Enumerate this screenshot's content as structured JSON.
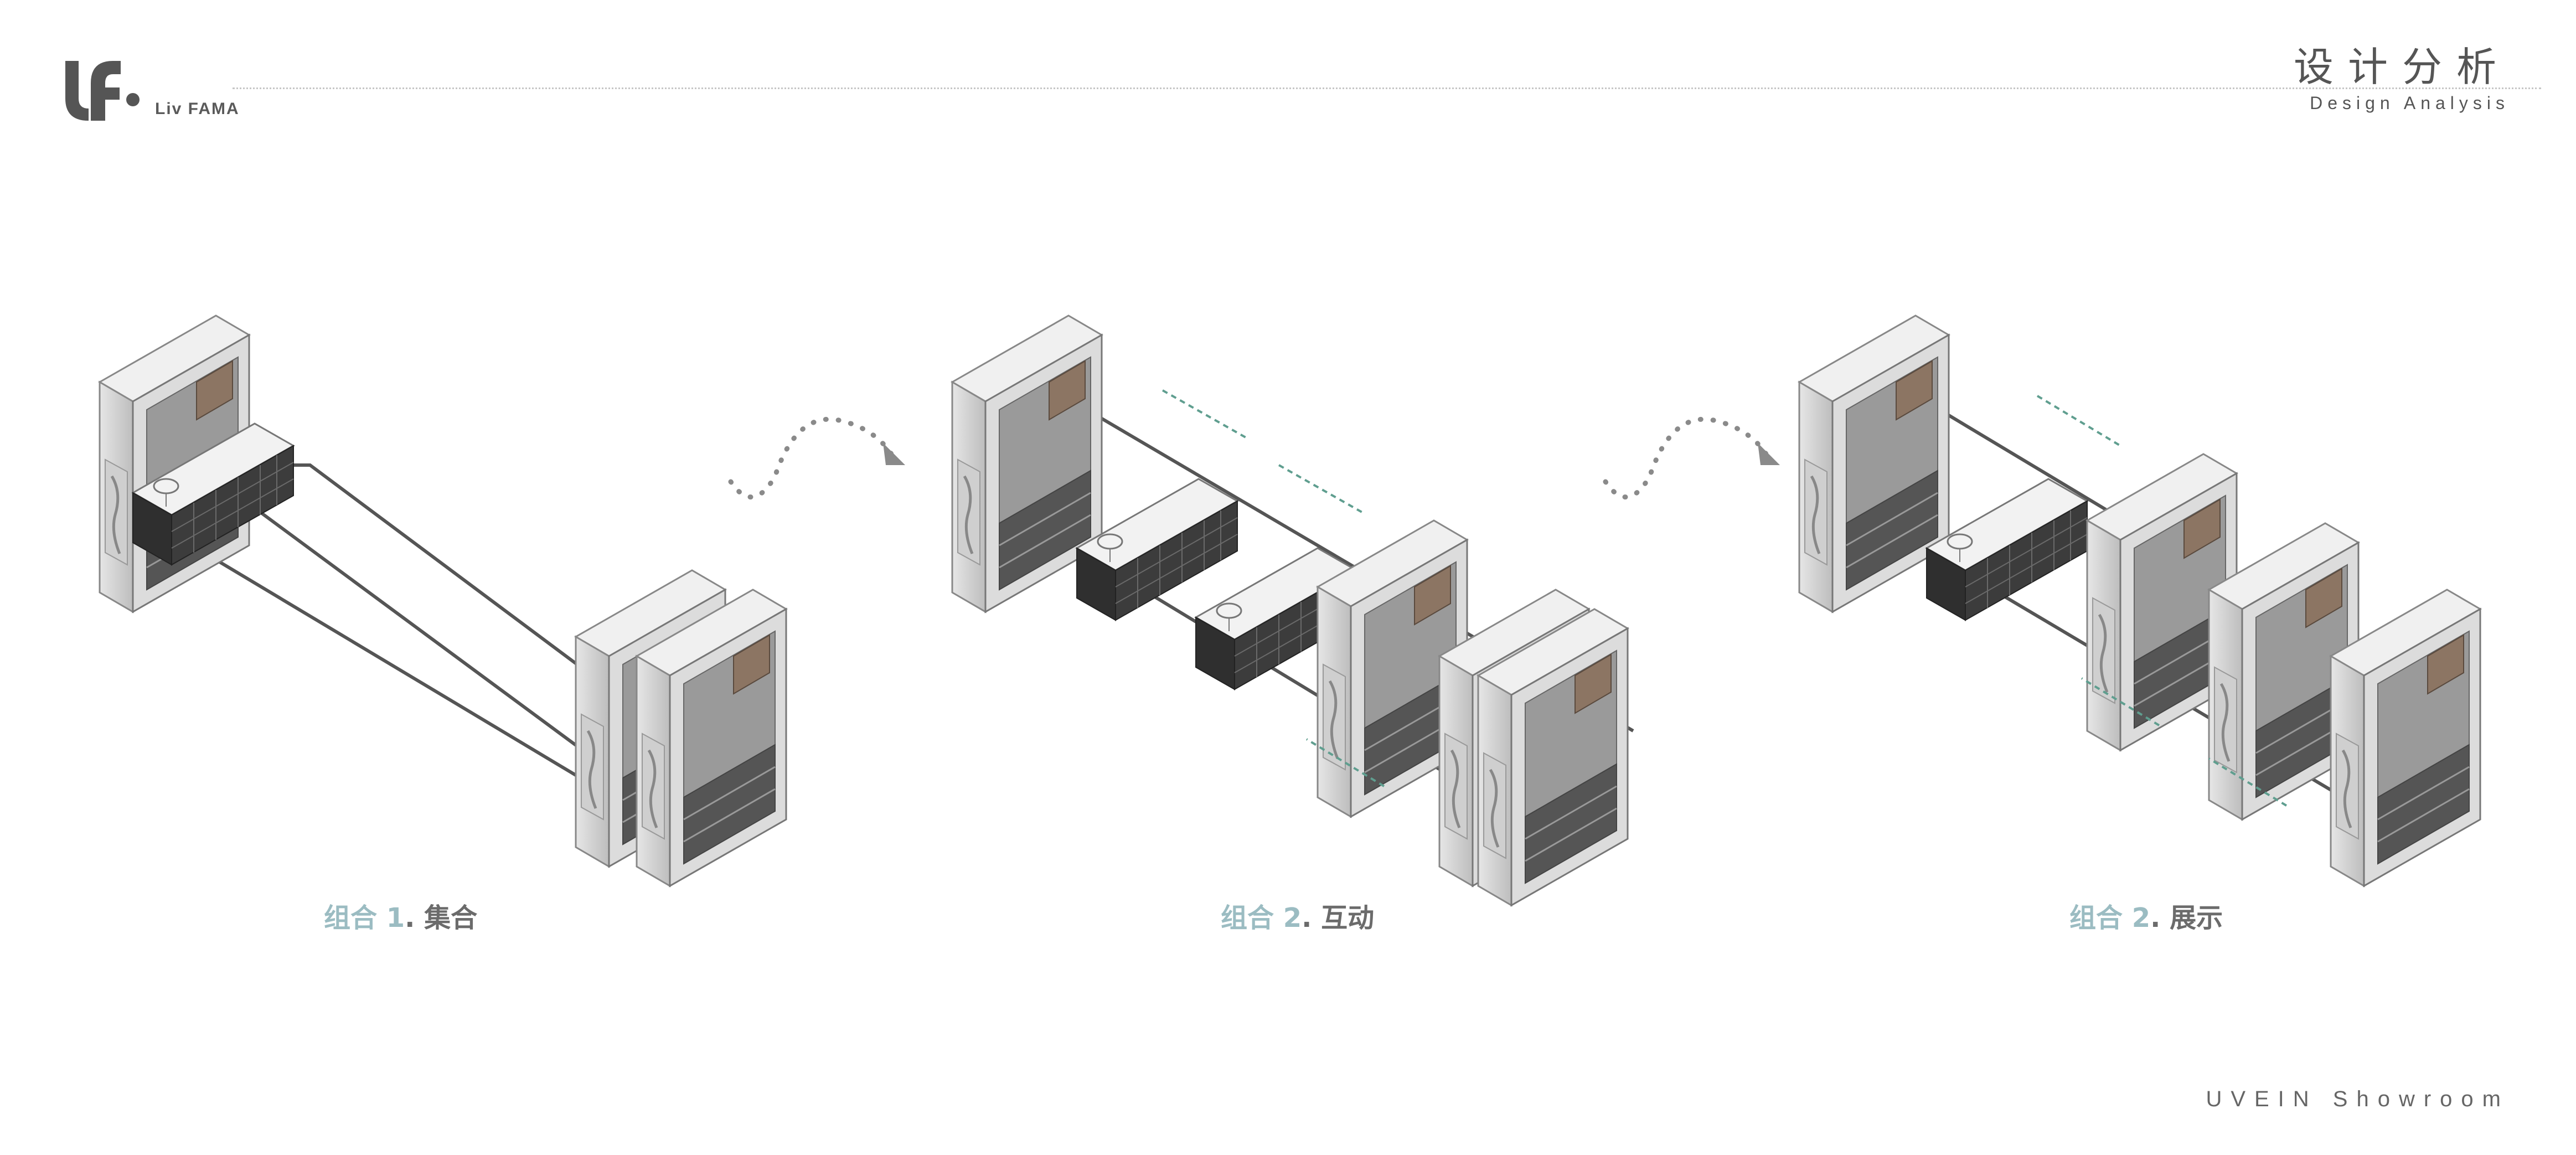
{
  "brand": {
    "logo_text": "Liv FAMA"
  },
  "header": {
    "title_cn": "设计分析",
    "title_en": "Design Analysis"
  },
  "footer": {
    "text": "UVEIN Showroom"
  },
  "captions": [
    {
      "prefix": "组合 1",
      "sep": ".",
      "name": "集合"
    },
    {
      "prefix": "组合 2",
      "sep": ".",
      "name": "互动"
    },
    {
      "prefix": "组合 2",
      "sep": ".",
      "name": "展示"
    }
  ],
  "colors": {
    "accent": "#9bbcc2",
    "arrow": "#8a8a8a",
    "dashed_arrow": "#5f9e8f",
    "cabinet_dark": "#3a3a3a"
  },
  "icons": [
    "lf-logo-icon",
    "curved-dotted-arrow-icon",
    "dashed-move-arrow-icon"
  ]
}
